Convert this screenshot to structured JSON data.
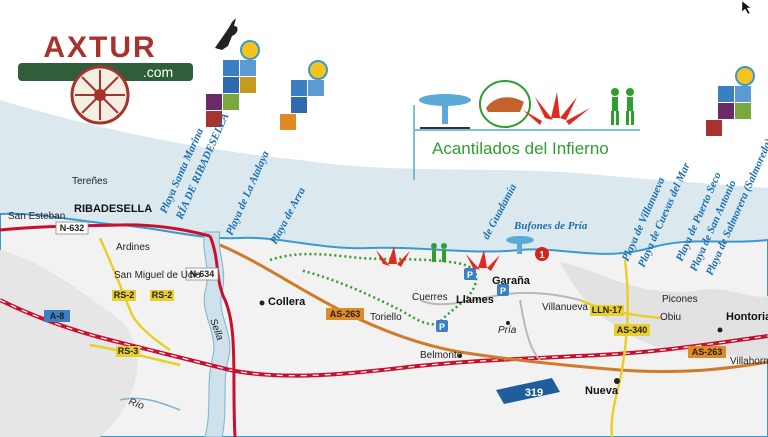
{
  "brand": {
    "name": "AXTUR",
    "domain": ".com"
  },
  "title": "Acantilados del Infierno",
  "places": {
    "riba": "RIBADESELLA",
    "teren": "Tereñes",
    "esteban": "San Esteban",
    "ardines": "Ardines",
    "ucio": "San Miguel de Ucio",
    "collera": "Collera",
    "toriello": "Toriello",
    "cuerres": "Cuerres",
    "llames": "Llames",
    "garana": "Garaña",
    "pria": "Pría",
    "villanueva": "Villanueva",
    "belmonte": "Belmonte",
    "nueva": "Nueva",
    "picones": "Picones",
    "obiu": "Obiu",
    "hontoria": "Hontoria",
    "villahorm": "Villahorm"
  },
  "beaches": {
    "santa": "Playa Santa Marina",
    "ria": "RÍA DE RIBADESELLA",
    "atalaya": "Playa de La Atalaya",
    "arra": "Playa de Arra",
    "guadamia": "de Guadamía",
    "bufones": "Bufones de Pría",
    "villanueva": "Playa de Villanueva",
    "cuevas": "Playa de Cuevas del Mar",
    "puerto": "Playa de Puerto Seco",
    "antonio": "Playa de San Antonio",
    "salmorera": "Playa de Salmorera (Salmoreda)"
  },
  "roads": {
    "n632": "N-632",
    "n634": "N-634",
    "a8": "A-8",
    "rs2a": "RS-2",
    "rs2b": "RS-2",
    "rs3": "RS-3",
    "as263a": "AS-263",
    "as263b": "AS-263",
    "lln17": "LLN-17",
    "as340": "AS-340",
    "e319": "319"
  },
  "river": {
    "sella": "Sella",
    "rio": "Río"
  },
  "markers": {
    "p": "P",
    "one": "1"
  },
  "colors": {
    "sea": "#dbe9ef",
    "coast": "#3a9ad0",
    "road": "#d17a2a",
    "motorway": "#c8102e",
    "local": "#e8cf2a",
    "trail": "#2f9e2f"
  }
}
